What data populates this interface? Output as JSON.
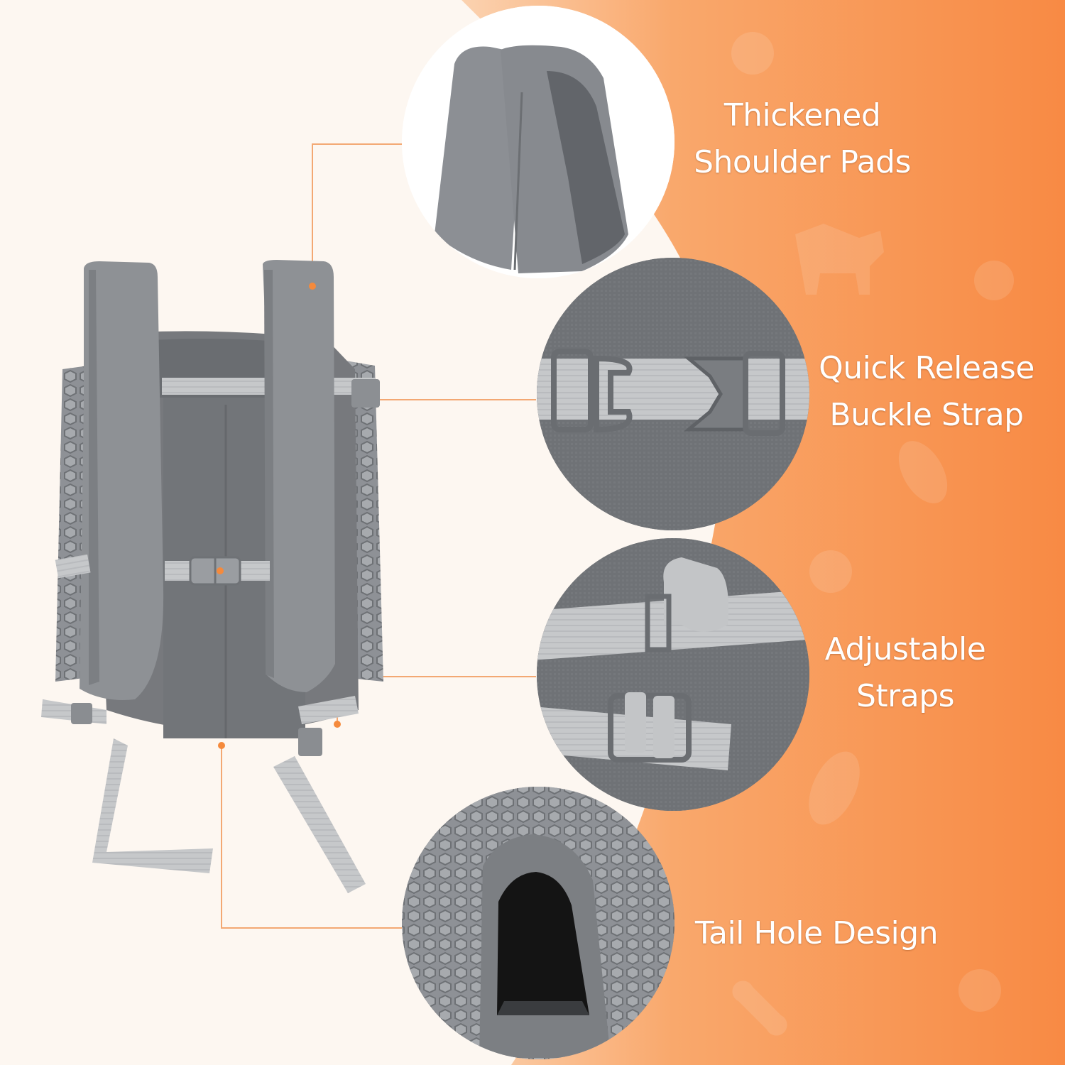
{
  "colors": {
    "background": "#fdf7f1",
    "accent_orange": "#f7934c",
    "callout_line": "#f3a873",
    "fabric_gray": "#8a8d91",
    "webbing_gray": "#c4c6c8",
    "label_text": "#ffffff"
  },
  "features": [
    {
      "line1": "Thickened",
      "line2": "Shoulder Pads",
      "icon": "shoulder-pad-closeup"
    },
    {
      "line1": "Quick Release",
      "line2": "Buckle Strap",
      "icon": "buckle-closeup"
    },
    {
      "line1": "Adjustable",
      "line2": "Straps",
      "icon": "strap-adjuster-closeup"
    },
    {
      "line1": "Tail Hole Design",
      "line2": "",
      "icon": "tail-hole-closeup"
    }
  ]
}
